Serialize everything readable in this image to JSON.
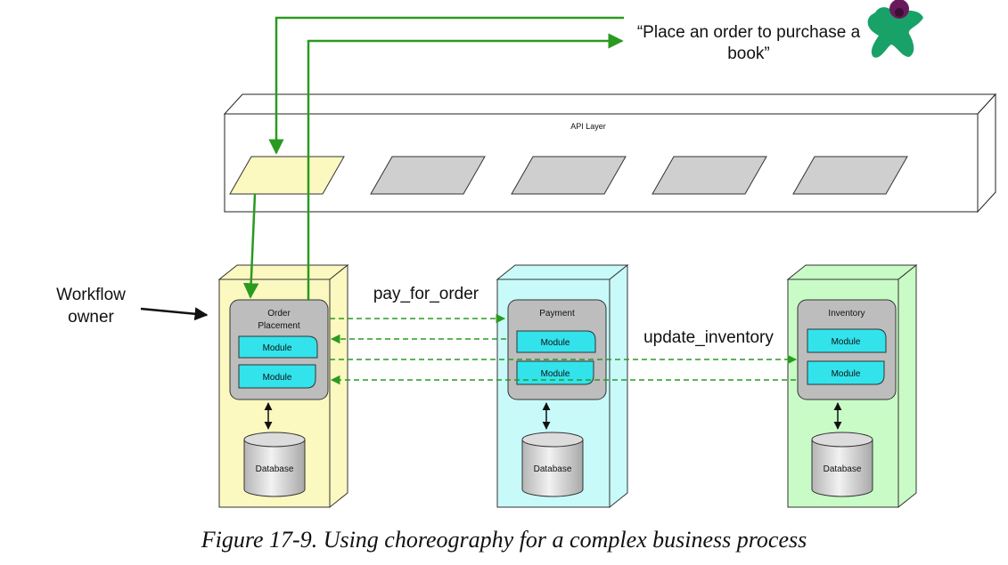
{
  "prompt": {
    "line1": "“Place an order to purchase a",
    "line2": "book”"
  },
  "api_layer": {
    "label": "API Layer"
  },
  "workflow_owner": {
    "line1": "Workflow",
    "line2": "owner"
  },
  "services": [
    {
      "name_line1": "Order",
      "name_line2": "Placement",
      "modules": [
        "Module",
        "Module"
      ],
      "database": "Database",
      "color": "#fbf8c0"
    },
    {
      "name_line1": "Payment",
      "name_line2": "",
      "modules": [
        "Module",
        "Module"
      ],
      "database": "Database",
      "color": "#c8fafa"
    },
    {
      "name_line1": "Inventory",
      "name_line2": "",
      "modules": [
        "Module",
        "Module"
      ],
      "database": "Database",
      "color": "#c9fbc6"
    }
  ],
  "messages": {
    "pay_for_order": "pay_for_order",
    "update_inventory": "update_inventory"
  },
  "caption": "Figure 17-9. Using choreography for a complex business process",
  "colors": {
    "green_arrow": "#2a9a20",
    "module": "#32e3ec",
    "api_endpoint_active": "#fbf8c0",
    "api_endpoint": "#cfcfcf"
  }
}
